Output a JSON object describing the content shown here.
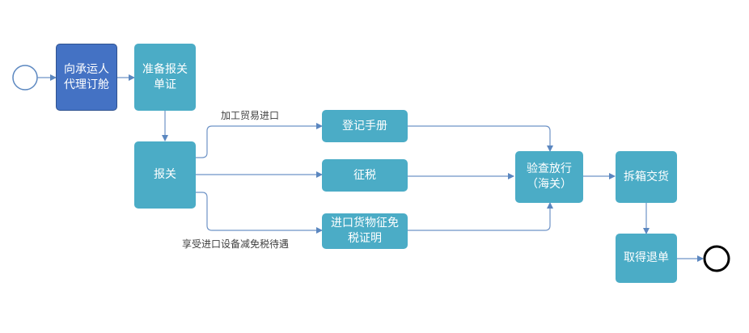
{
  "nodes": {
    "book": "向承运人代理订舱",
    "prepare": "准备报关单证",
    "declare": "报关",
    "register": "登记手册",
    "tax": "征税",
    "certificate": "进口货物征免税证明",
    "inspect": "验查放行（海关）",
    "unpack": "拆箱交货",
    "refund": "取得退单"
  },
  "edge_labels": {
    "processing_trade": "加工贸易进口",
    "equipment_reduction": "享受进口设备减免税待遇"
  },
  "colors": {
    "accent": "#4bacc6",
    "highlight": "#4472c4",
    "connector": "#6e93c6"
  }
}
